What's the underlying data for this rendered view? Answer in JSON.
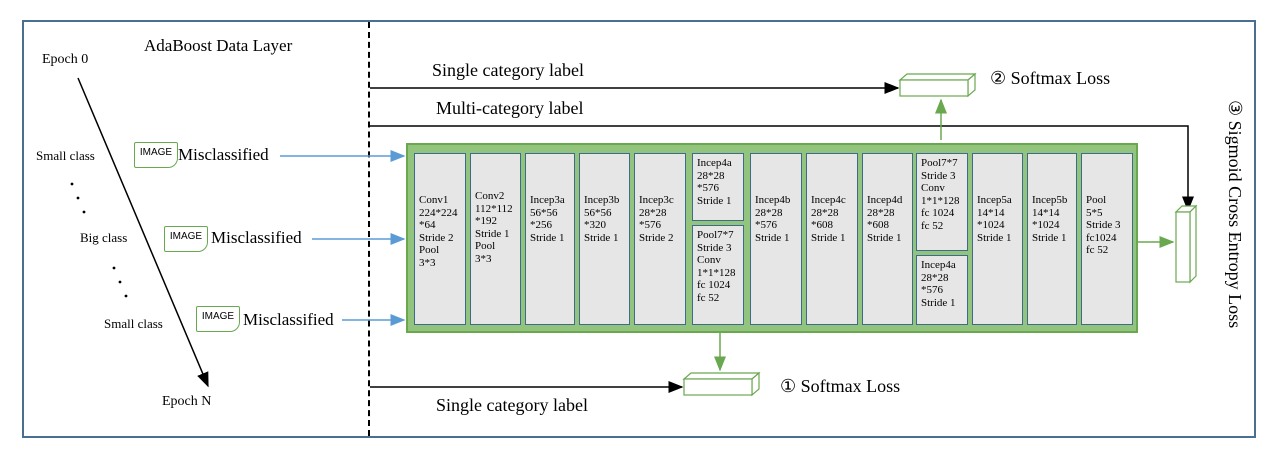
{
  "left_panel": {
    "title": "AdaBoost Data Layer",
    "epoch_start": "Epoch 0",
    "epoch_end": "Epoch N",
    "classes": [
      "Small class",
      "Big class",
      "Small class"
    ],
    "icon_label": "IMAGE",
    "misclassified": [
      "Misclassified",
      "Misclassified",
      "Misclassified"
    ]
  },
  "labels": {
    "single_top": "Single category label",
    "multi": "Multi-category label",
    "single_bottom": "Single category label"
  },
  "losses": {
    "softmax_2": "② Softmax Loss",
    "softmax_1": "① Softmax Loss",
    "sigmoid_3": "③ Sigmoid Cross Entropy Loss"
  },
  "layers": [
    "Conv1\n224*224\n*64\nStride 2\nPool\n3*3",
    "Conv2\n112*112\n*192\nStride 1\nPool\n3*3",
    "Incep3a\n56*56\n*256\nStride 1",
    "Incep3b\n56*56\n*320\nStride 1",
    "Incep3c\n28*28\n*576\nStride 2",
    "Incep4a\n28*28\n*576\nStride 1",
    "Pool7*7\nStride 3\nConv\n1*1*128\nfc 1024\nfc 52",
    "Incep4b\n28*28\n*576\nStride 1",
    "Incep4c\n28*28\n*608\nStride 1",
    "Incep4d\n28*28\n*608\nStride 1",
    "Pool7*7\nStride 3\nConv\n1*1*128\nfc 1024\nfc 52",
    "Incep4a\n28*28\n*576\nStride 1",
    "Incep5a\n14*14\n*1024\nStride 1",
    "Incep5b\n14*14\n*1024\nStride 1",
    "Pool\n5*5\nStride 3\nfc1024\nfc 52"
  ],
  "colors": {
    "frame": "#4a6f8f",
    "network_bg": "#93c47d",
    "green_arrow": "#6aa84f",
    "blue_arrow": "#5b9bd5",
    "layer_bg": "#e6e6e6"
  }
}
